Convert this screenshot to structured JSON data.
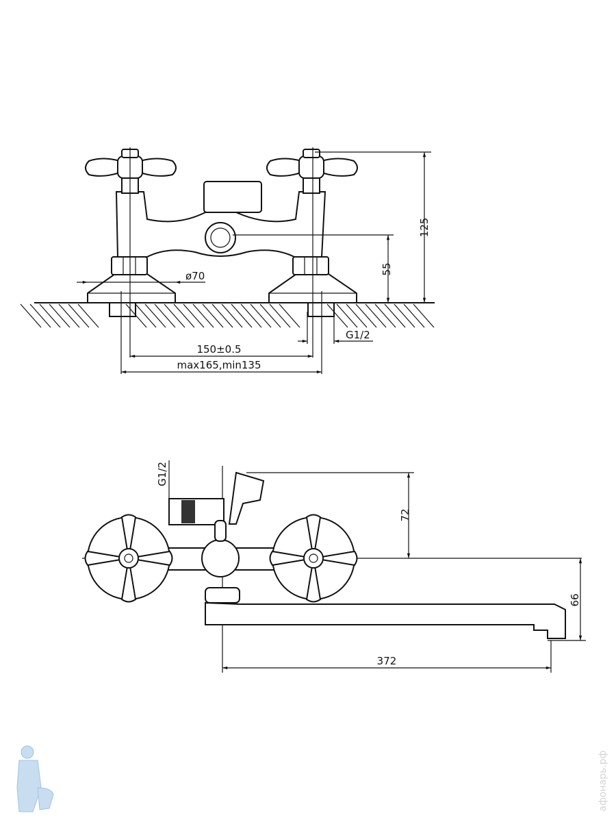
{
  "front_view": {
    "dim_height_total": "125",
    "dim_height_outlet": "55",
    "dim_flange_diameter": "ø70",
    "dim_center_distance": "150±0.5",
    "dim_adjust_range": "max165,min135",
    "dim_thread": "G1/2"
  },
  "top_view": {
    "dim_thread": "G1/2",
    "dim_diverter_height": "72",
    "dim_spout_drop": "66",
    "dim_spout_length": "372"
  },
  "watermark": "афонарь.рф"
}
